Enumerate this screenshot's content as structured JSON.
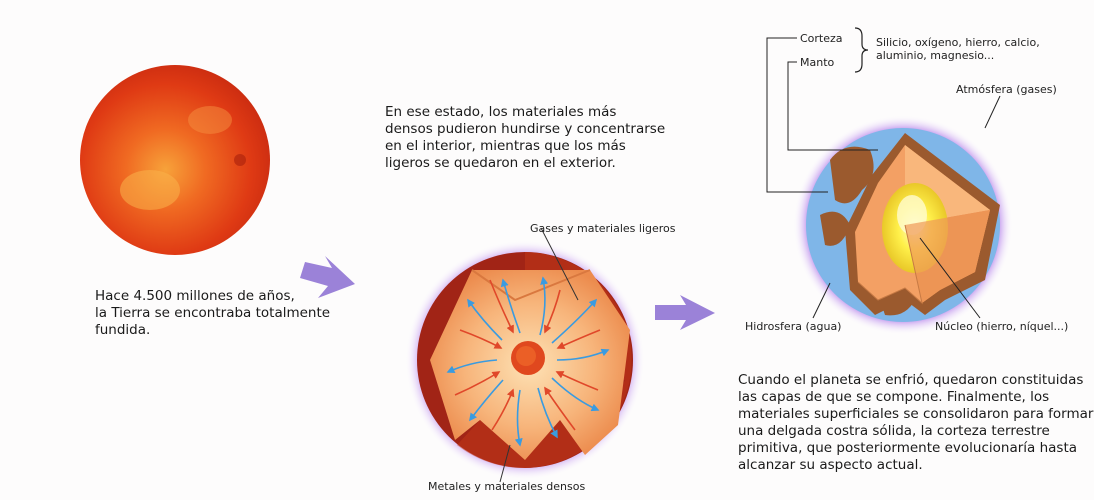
{
  "text": {
    "molten": "Hace 4.500 millones de años,\nla Tierra se encontraba totalmente\nfundida.",
    "differentiation": "En ese estado, los materiales más\ndensos pudieron hundirse y concentrarse\nen el interior, mientras que los más\nligeros se quedaron en el exterior.",
    "cooling": "Cuando el planeta se enfrió, quedaron constituidas\nlas capas de que se compone. Finalmente, los\nmateriales superficiales se consolidaron para formar\nuna delgada costra sólida, la corteza terrestre\nprimitiva, que posteriormente evolucionaría hasta\nalcanzar su aspecto actual."
  },
  "labels": {
    "gases": "Gases y materiales ligeros",
    "metals": "Metales y materiales densos",
    "crust": "Corteza",
    "mantle": "Manto",
    "composition": "Silicio, oxígeno, hierro, calcio,\naluminio, magnesio...",
    "atmosphere": "Atmósfera (gases)",
    "hydrosphere": "Hidrosfera (agua)",
    "core": "Núcleo (hierro, níquel...)"
  },
  "colors": {
    "molten_outer": "#d62a10",
    "molten_inner": "#f7a23a",
    "arrow": "#9b82d8",
    "light_arrow": "#3a9be0",
    "dense_arrow": "#e0482a",
    "water": "#7fb6e8",
    "land": "#9b5a2e",
    "mantle": "#f3a064",
    "core": "#fff04a"
  },
  "icons": [
    "right-arrow-icon"
  ]
}
